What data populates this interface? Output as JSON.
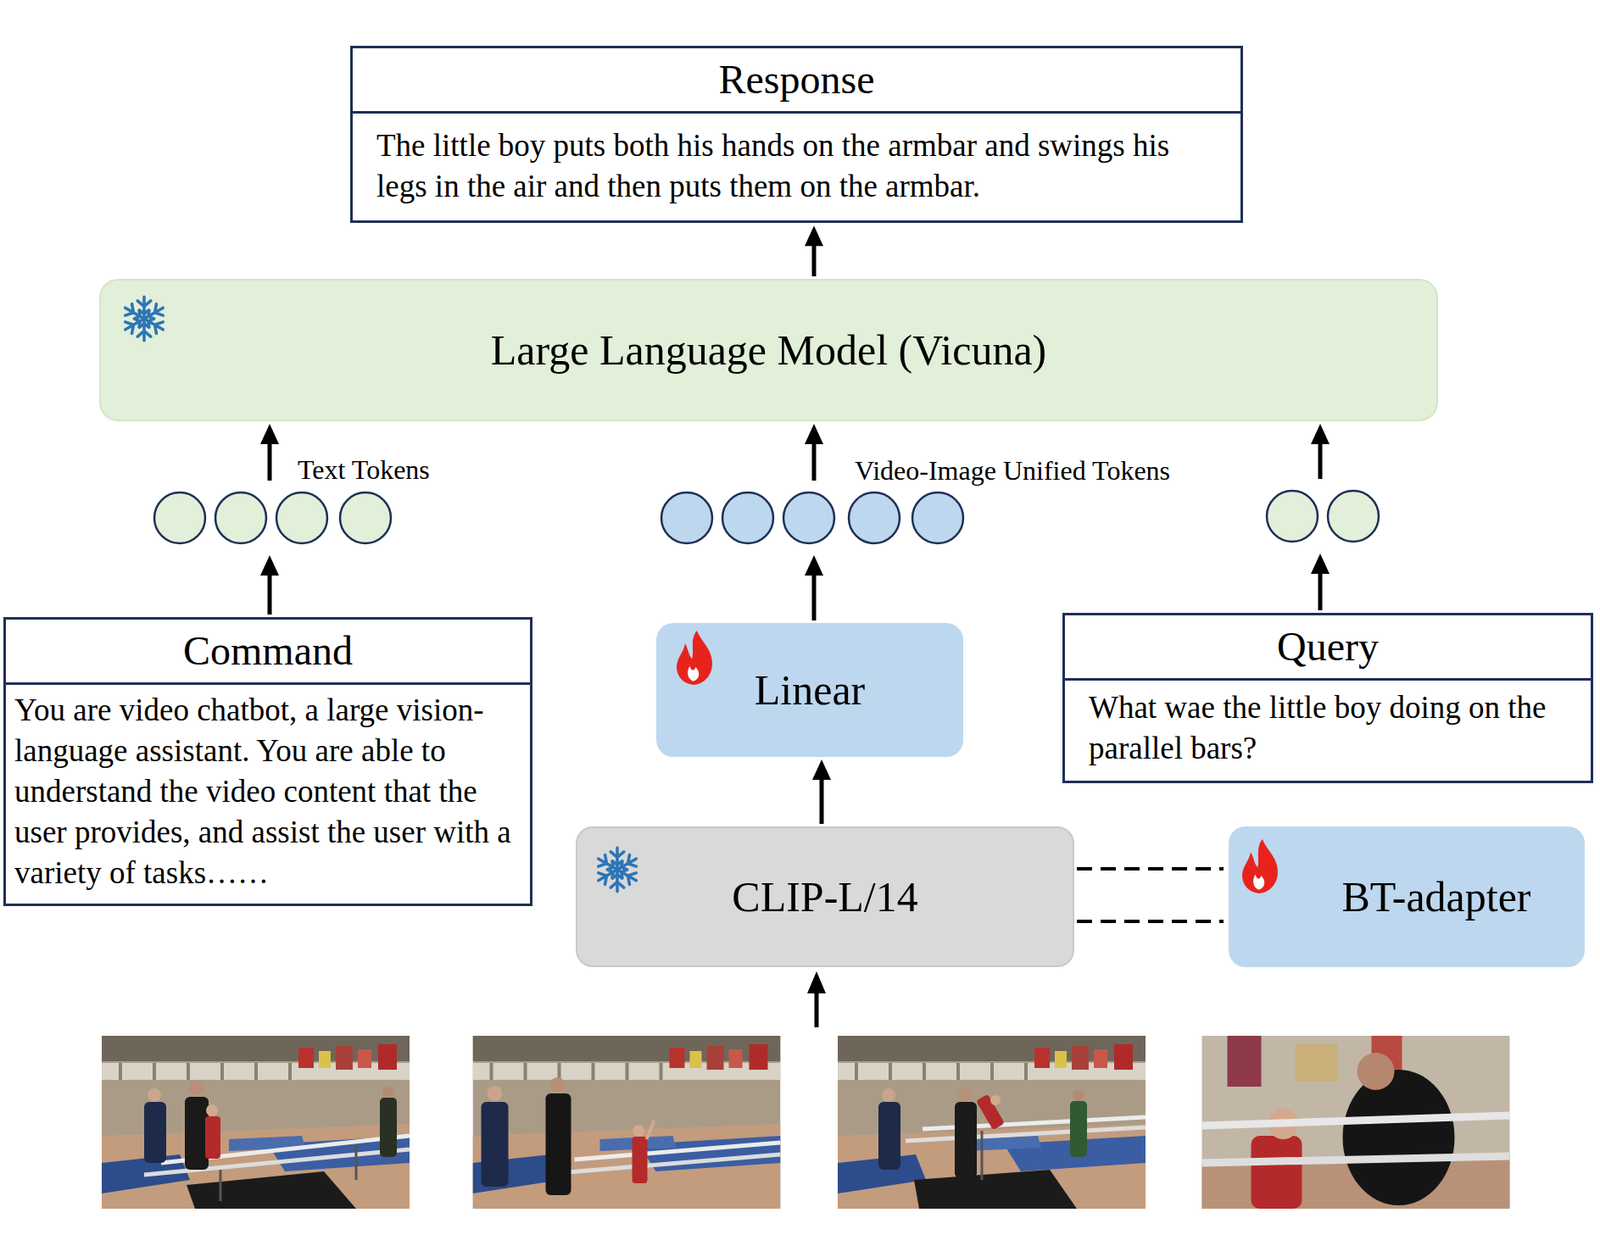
{
  "diagram": {
    "nodes": [
      {
        "text": [
          "Response",
          "The little boy puts both his hands on the armbar and swings his legs in the air and then puts them on the armbar."
        ]
      },
      {
        "text": [
          "Large Language Model (Vicuna)"
        ]
      },
      {
        "text": [
          "Command",
          "You are video chatbot, a large vision-language assistant. You are able to understand the video content that the user provides, and assist the user with a variety of tasks……"
        ]
      },
      {
        "text": [
          "Linear"
        ]
      },
      {
        "text": [
          "Query",
          "What wae the little boy doing on the parallel bars?"
        ]
      },
      {
        "text": [
          "CLIP-L/14"
        ]
      },
      {
        "text": [
          "BT-adapter"
        ]
      }
    ],
    "edges": [
      {
        "from": 1,
        "to": 0,
        "arrow": "to"
      },
      {
        "from": 2,
        "to": 1,
        "arrow": "to"
      },
      {
        "from": 3,
        "to": 1,
        "arrow": "to"
      },
      {
        "from": 4,
        "to": 1,
        "arrow": "to"
      },
      {
        "from": 5,
        "to": 3,
        "arrow": "to"
      },
      {
        "from": 5,
        "to": 6,
        "arrow": "none"
      }
    ],
    "labels": [
      "Text Tokens",
      "Video-Image Unified Tokens"
    ]
  }
}
